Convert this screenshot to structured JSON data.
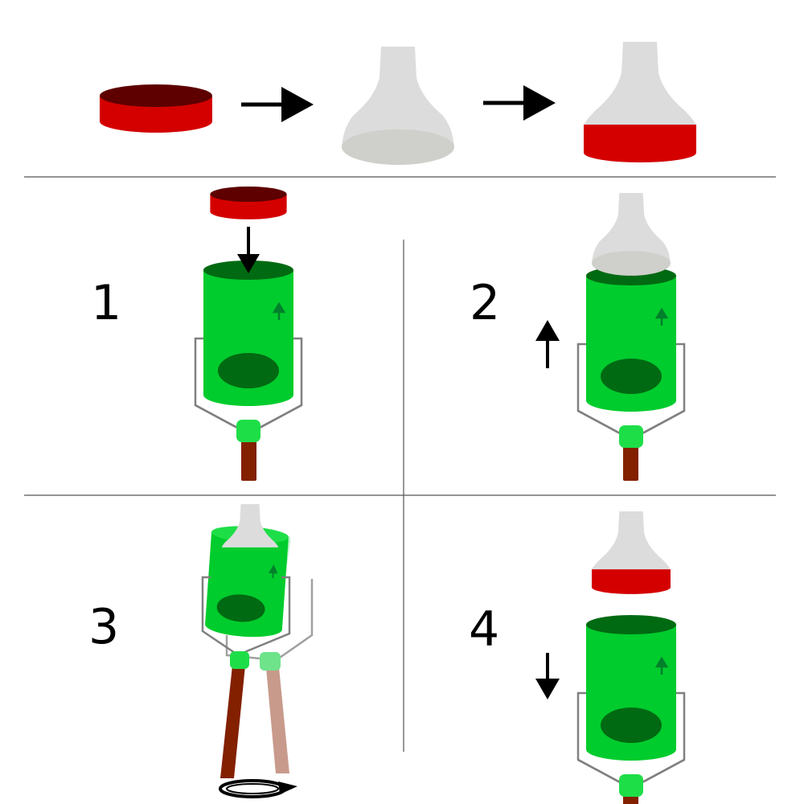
{
  "steps": [
    {
      "number": "1"
    },
    {
      "number": "2"
    },
    {
      "number": "3"
    },
    {
      "number": "4"
    }
  ],
  "colors": {
    "background": "#ffffff",
    "lid_top": "#5e0000",
    "lid_side": "#d40000",
    "funnel": "#dcdcdc",
    "funnel_mouth": "#cfcfcb",
    "cylinder": "#00cc2d",
    "cylinder_dark": "#006a12",
    "cylinder_arrow": "#00802a",
    "holder": "#808080",
    "stick": "#832000",
    "stick_faded": "#c89a8c",
    "arrow": "#000000",
    "divider": "#555555"
  },
  "icons": [
    "red-disc-icon",
    "arrow-right-icon",
    "funnel-icon",
    "funnel-with-red-band-icon",
    "arrow-down-icon",
    "arrow-up-icon",
    "green-cylinder-icon",
    "rotation-arrow-icon",
    "wooden-handle-icon"
  ]
}
